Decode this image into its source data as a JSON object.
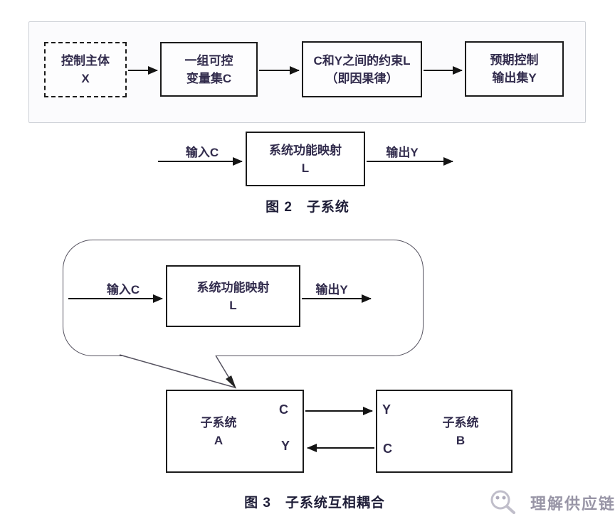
{
  "colors": {
    "ink": "#322c4d",
    "line": "#1b1b1b",
    "panel_border": "#cdd0d6",
    "panel_bg": "#fbfbfd",
    "bubble_border": "#55525f",
    "watermark_text": "#45405f"
  },
  "figure1": {
    "boxes": [
      {
        "line1": "控制主体",
        "line2": "X"
      },
      {
        "line1": "一组可控",
        "line2": "变量集C"
      },
      {
        "line1": "C和Y之间的约束L",
        "line2": "（即因果律）"
      },
      {
        "line1": "预期控制",
        "line2": "输出集Y"
      }
    ]
  },
  "figure2": {
    "input_label": "输入C",
    "box_line1": "系统功能映射",
    "box_line2": "L",
    "output_label": "输出Y",
    "caption": "图 2　子系统"
  },
  "bubble": {
    "input_label": "输入C",
    "box_line1": "系统功能映射",
    "box_line2": "L",
    "output_label": "输出Y"
  },
  "figure3": {
    "box_a_line1": "子系统",
    "box_a_line2": "A",
    "box_b_line1": "子系统",
    "box_b_line2": "B",
    "port_a_out": "C",
    "port_a_in": "Y",
    "port_b_in": "Y",
    "port_b_out": "C",
    "caption": "图 3　子系统互相耦合"
  },
  "watermark": {
    "text": "理解供应链",
    "icon": "magnifier-icon"
  }
}
